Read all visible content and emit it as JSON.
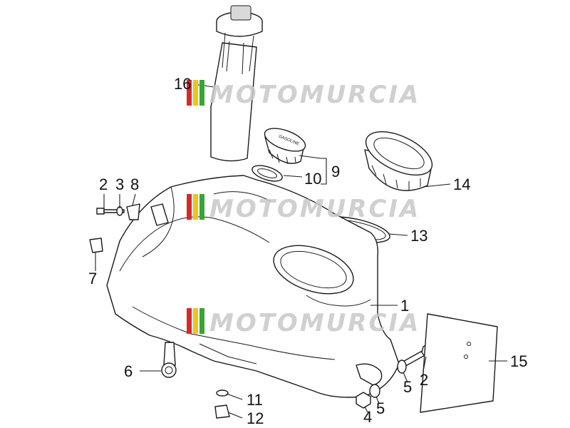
{
  "watermark": {
    "text": "MOTOMURCIA",
    "colors": {
      "red": "#d62a2a",
      "yellow": "#f2c318",
      "green": "#3aa33a",
      "text": "#c8c8c8"
    }
  },
  "callouts": [
    {
      "id": "16",
      "label": "16"
    },
    {
      "id": "2a",
      "label": "2"
    },
    {
      "id": "3",
      "label": "3"
    },
    {
      "id": "8",
      "label": "8"
    },
    {
      "id": "10",
      "label": "10"
    },
    {
      "id": "9",
      "label": "9"
    },
    {
      "id": "14",
      "label": "14"
    },
    {
      "id": "13",
      "label": "13"
    },
    {
      "id": "7",
      "label": "7"
    },
    {
      "id": "1",
      "label": "1"
    },
    {
      "id": "15",
      "label": "15"
    },
    {
      "id": "2b",
      "label": "2"
    },
    {
      "id": "5a",
      "label": "5"
    },
    {
      "id": "6",
      "label": "6"
    },
    {
      "id": "11",
      "label": "11"
    },
    {
      "id": "12",
      "label": "12"
    },
    {
      "id": "4",
      "label": "4"
    },
    {
      "id": "5b",
      "label": "5"
    }
  ],
  "cap_text": "GASOLINE"
}
